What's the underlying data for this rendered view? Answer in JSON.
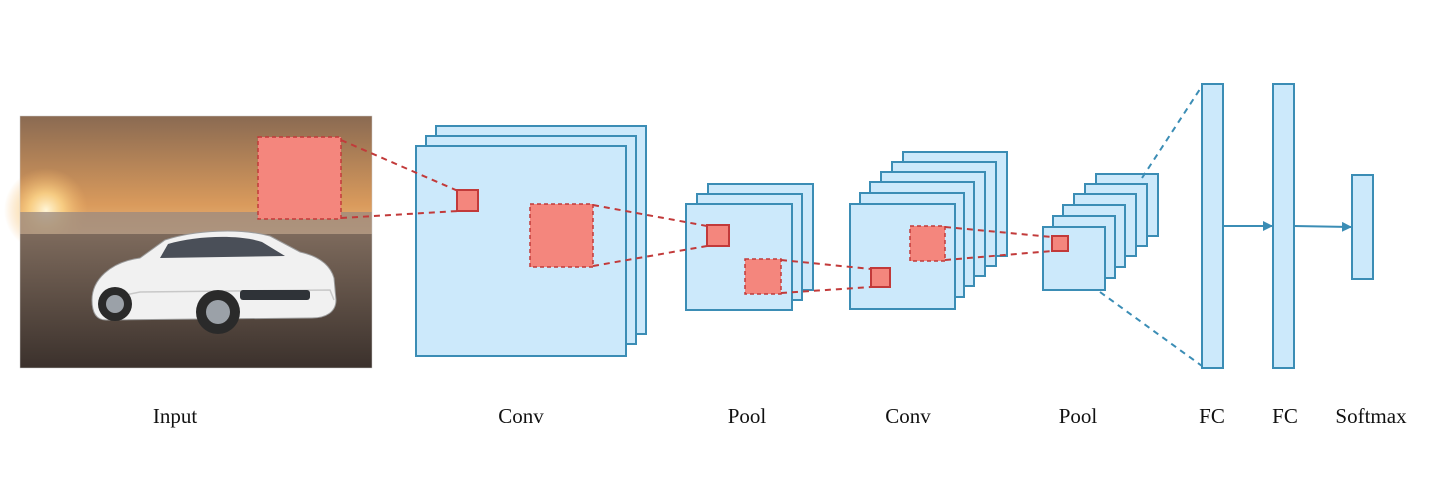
{
  "labels": {
    "input": "Input",
    "conv1": "Conv",
    "pool1": "Pool",
    "conv2": "Conv",
    "pool2": "Pool",
    "fc1": "FC",
    "fc2": "FC",
    "softmax": "Softmax"
  },
  "colors": {
    "feature_map_fill": "#cce9fb",
    "feature_map_stroke": "#3b8db5",
    "kernel_fill": "#f4867d",
    "kernel_stroke": "#c23a3a",
    "connector_red": "#c23a3a",
    "connector_blue": "#3b8db5"
  },
  "input_image": {
    "subject": "white sedan car on beach at sunset"
  }
}
